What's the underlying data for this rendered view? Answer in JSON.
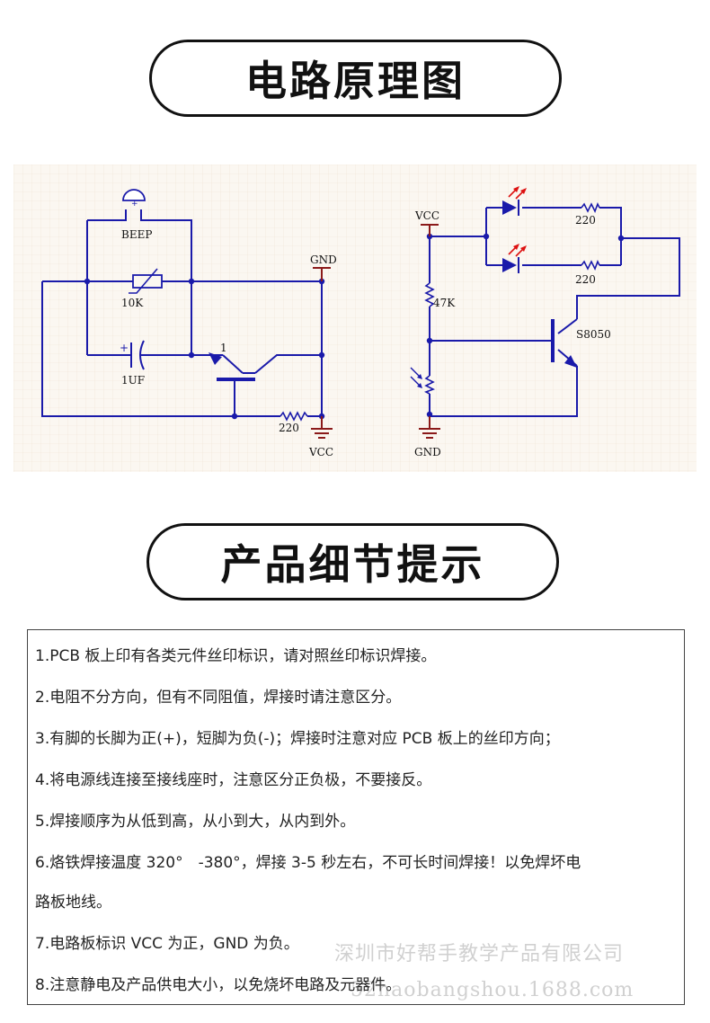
{
  "headings": {
    "schematic": "电路原理图",
    "details": "产品细节提示"
  },
  "schematic": {
    "left_circuit": {
      "buzzer": "BEEP",
      "buzzer_plus": "+",
      "thermistor": "10K",
      "cap_plus": "+",
      "capacitor": "1UF",
      "transistor_pin": "1",
      "resistor": "220",
      "gnd": "GND",
      "vcc": "VCC"
    },
    "right_circuit": {
      "vcc": "VCC",
      "r1": "220",
      "r2": "220",
      "pot": "47K",
      "transistor": "S8050",
      "gnd": "GND"
    },
    "colors": {
      "wire": "#1a1aaa",
      "power": "#8b1a1a",
      "grid": "#ecd9c6",
      "background": "#fbf7f1"
    }
  },
  "notes": [
    "1.PCB 板上印有各类元件丝印标识，请对照丝印标识焊接。",
    "2.电阻不分方向，但有不同阻值，焊接时请注意区分。",
    "3.有脚的长脚为正(+)，短脚为负(-)；焊接时注意对应 PCB 板上的丝印方向；",
    "4.将电源线连接至接线座时，注意区分正负极，不要接反。",
    "5.焊接顺序为从低到高，从小到大，从内到外。",
    "6.烙铁焊接温度 320°　-380°，焊接 3-5 秒左右，不可长时间焊接！以免焊坏电",
    "路板地线。",
    "7.电路板标识 VCC 为正，GND 为负。",
    "8.注意静电及产品供电大小，以免烧坏电路及元器件。"
  ],
  "watermark": {
    "line1": "深圳市好帮手教学产品有限公司",
    "line2": "52haobangshou.1688.com"
  }
}
